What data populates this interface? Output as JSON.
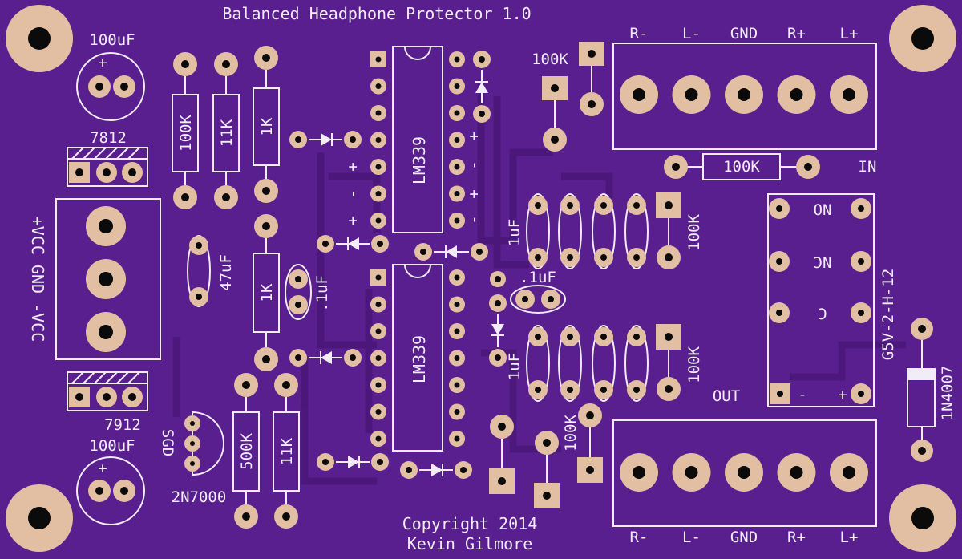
{
  "title": "Balanced Headphone Protector 1.0",
  "copyright": [
    "Copyright 2014",
    "Kevin Gilmore"
  ],
  "labels": {
    "cap_top": "100uF",
    "cap_bottom": "100uF",
    "reg_top": "7812",
    "reg_bottom": "7912",
    "power_conn": "+VCC GND -VCC",
    "r100k_left": "100K",
    "r11k_left": "11K",
    "r1k_top": "1K",
    "r1k_mid": "1K",
    "r500k": "500K",
    "r11k_bot": "11K",
    "cap47": "47uF",
    "cap01_left": ".1uF",
    "cap01_mid": ".1uF",
    "ic1": "LM339",
    "ic2": "LM339",
    "r100k_top": "100K",
    "r100k_in": "100K",
    "r100k_mid_a": "100K",
    "r100k_mid_b": "100K",
    "r100k_bot": "100K",
    "cap1uf_a": "1uF",
    "cap1uf_b": "1uF",
    "transistor": "2N7000",
    "transistor_pins": "SGD",
    "relay": "G5V-2-H-12",
    "relay_no": "NO",
    "relay_nc": "NC",
    "relay_c": "C",
    "relay_minus": "-",
    "relay_plus": "+",
    "diode": "1N4007",
    "in": "IN",
    "out": "OUT",
    "plus": "+",
    "minus": "-"
  },
  "connector_top": [
    "R-",
    "L-",
    "GND",
    "R+",
    "L+"
  ],
  "connector_bottom": [
    "R-",
    "L-",
    "GND",
    "R+",
    "L+"
  ],
  "colors": {
    "board": "#5a1f8e",
    "copper": "#e2bfa2",
    "silk": "#f2ecf7",
    "trace": "#4a1676",
    "hole": "#0b0b0b"
  }
}
